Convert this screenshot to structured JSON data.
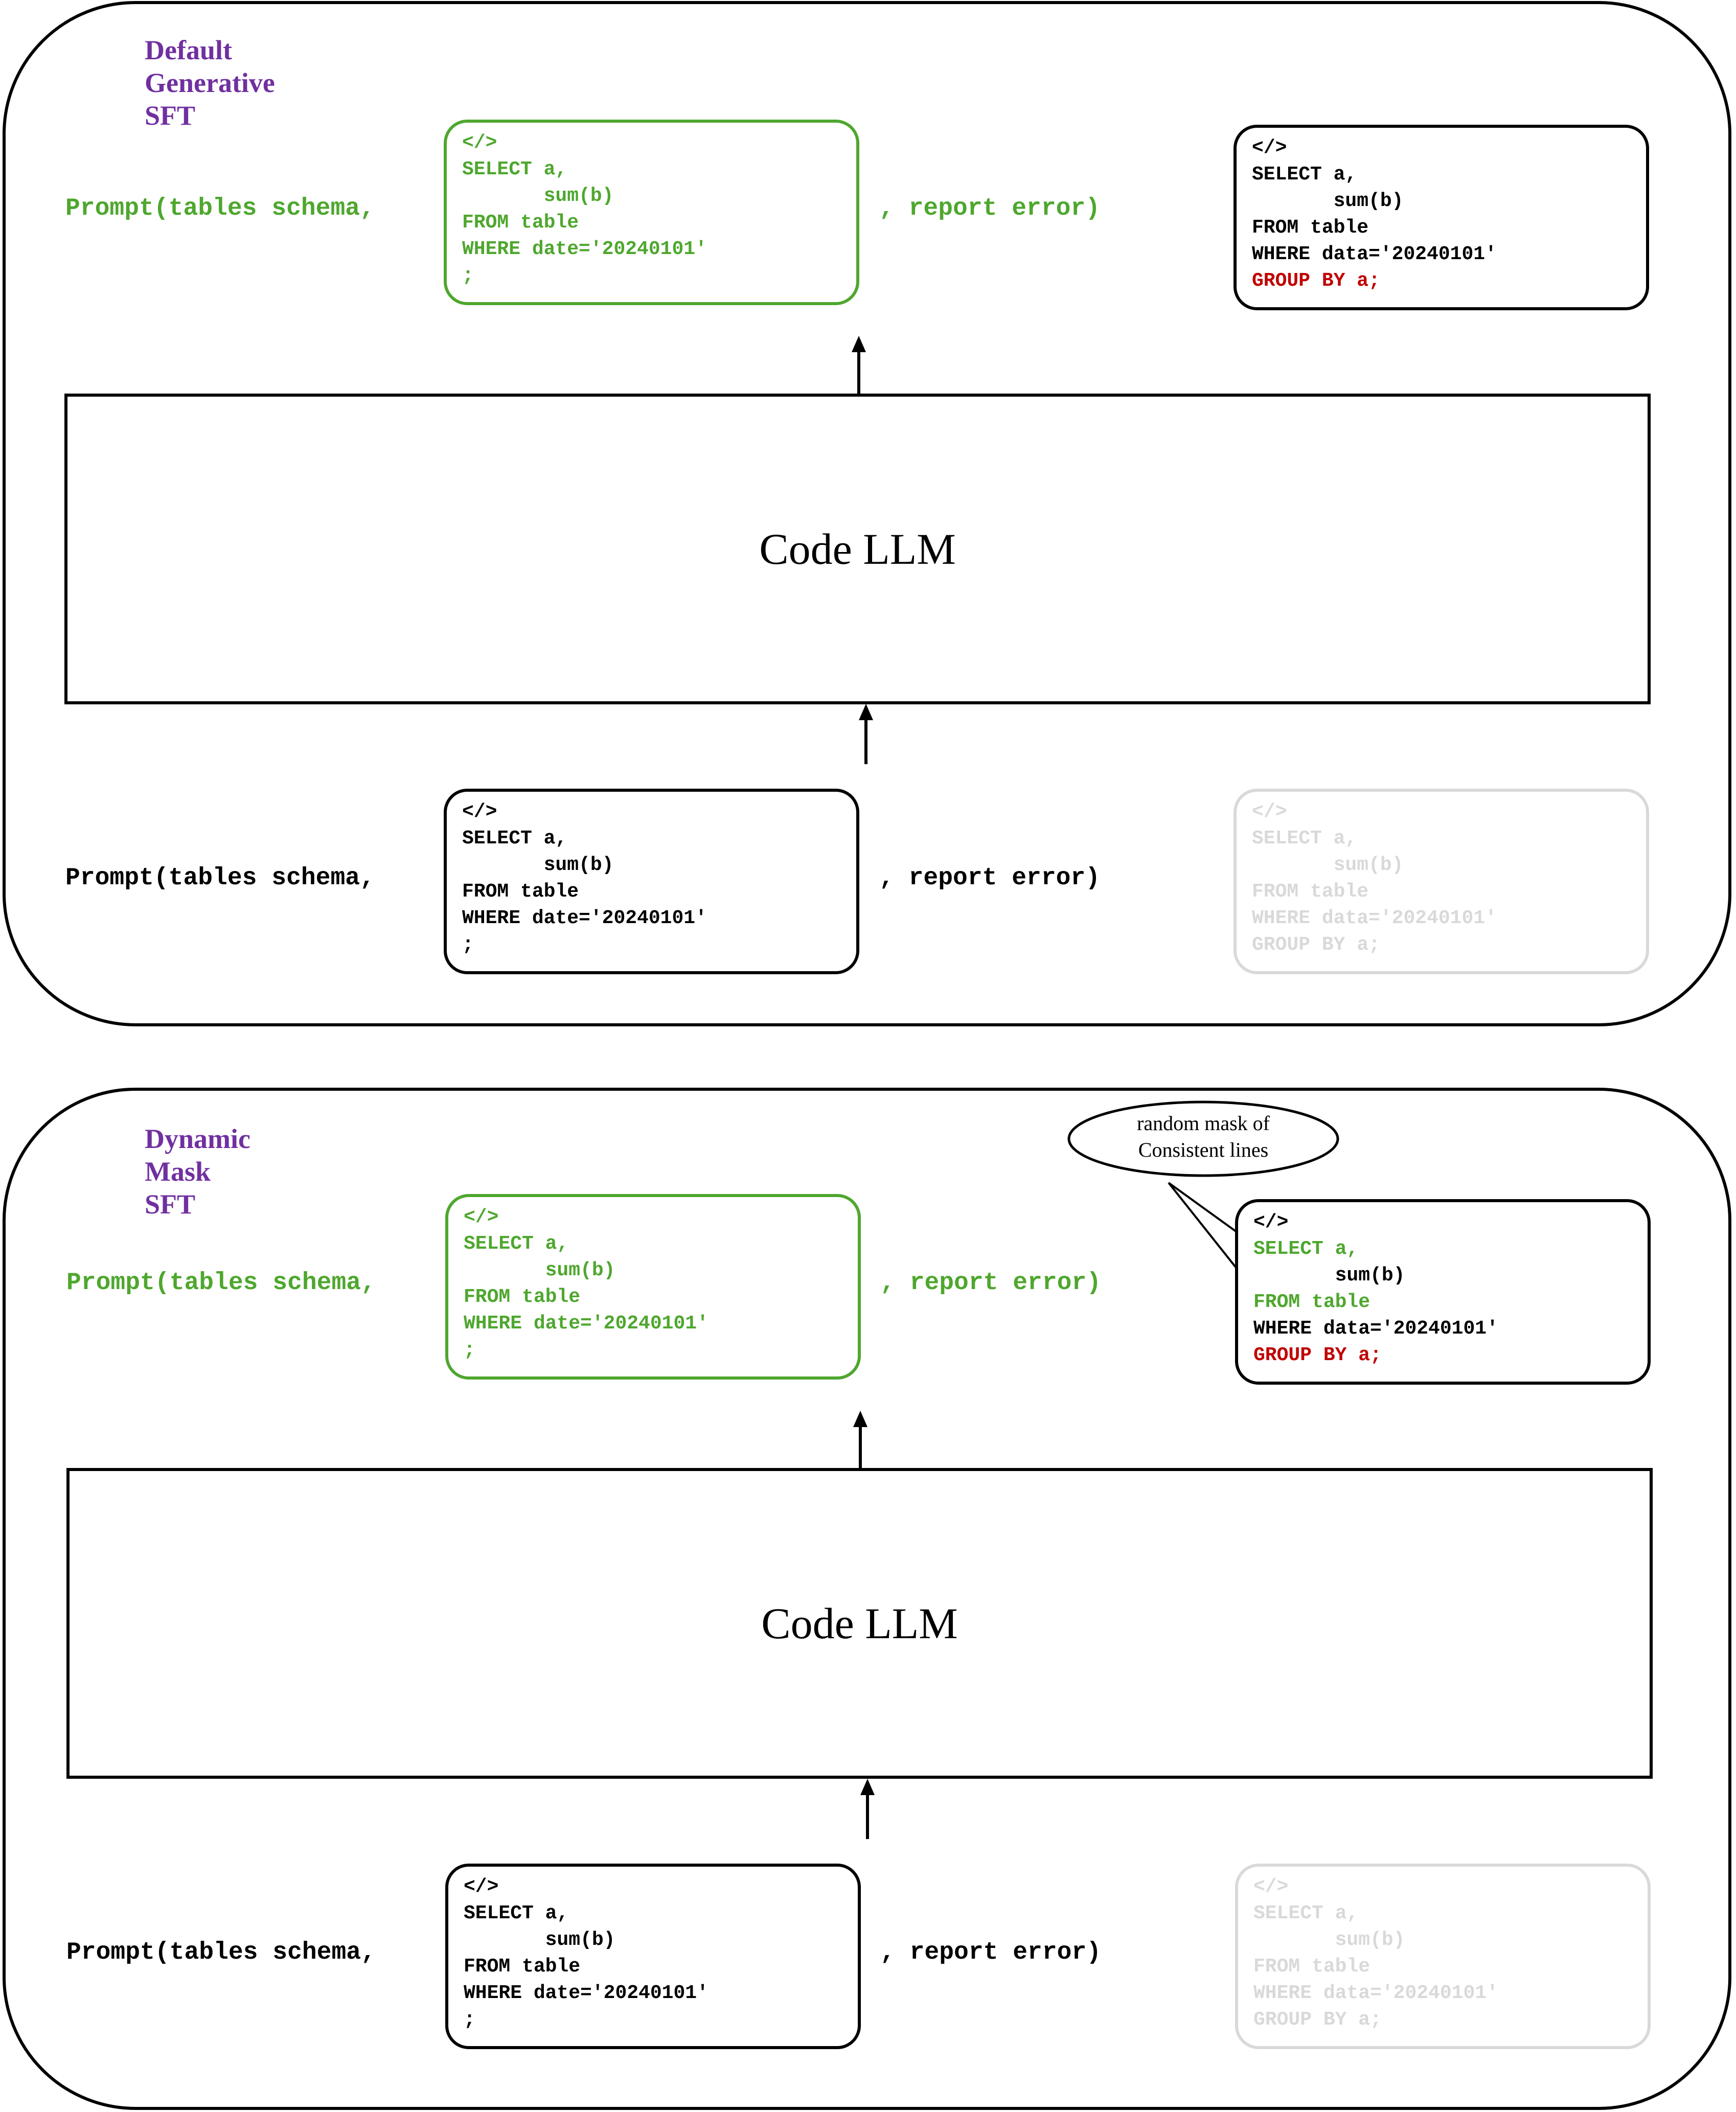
{
  "panels": [
    {
      "title": [
        "Default",
        "Generative",
        "SFT"
      ],
      "model_label": "Code LLM",
      "top": {
        "prompt_prefix": "Prompt(tables schema,",
        "prompt_suffix": ", report error)",
        "middle_code": [
          "</>",
          "SELECT a,",
          "       sum(b)",
          "FROM table",
          "WHERE date='20240101'",
          ";"
        ],
        "right_code": [
          "</>",
          "SELECT a,",
          "       sum(b)",
          "FROM table",
          "WHERE data='20240101'",
          "GROUP BY a;"
        ]
      },
      "bottom": {
        "prompt_prefix": "Prompt(tables schema,",
        "prompt_suffix": ", report error)",
        "middle_code": [
          "</>",
          "SELECT a,",
          "       sum(b)",
          "FROM table",
          "WHERE date='20240101'",
          ";"
        ],
        "right_code": [
          "</>",
          "SELECT a,",
          "       sum(b)",
          "FROM table",
          "WHERE data='20240101'",
          "GROUP BY a;"
        ]
      }
    },
    {
      "title": [
        "Dynamic",
        "Mask",
        "SFT"
      ],
      "model_label": "Code LLM",
      "callout": [
        "random mask of",
        "Consistent lines"
      ],
      "top": {
        "prompt_prefix": "Prompt(tables schema,",
        "prompt_suffix": ", report error)",
        "middle_code": [
          "</>",
          "SELECT a,",
          "       sum(b)",
          "FROM table",
          "WHERE date='20240101'",
          ";"
        ],
        "right_code": [
          "</>",
          "SELECT a,",
          "       sum(b)",
          "FROM table",
          "WHERE data='20240101'",
          "GROUP BY a;"
        ]
      },
      "bottom": {
        "prompt_prefix": "Prompt(tables schema,",
        "prompt_suffix": ", report error)",
        "middle_code": [
          "</>",
          "SELECT a,",
          "       sum(b)",
          "FROM table",
          "WHERE date='20240101'",
          ";"
        ],
        "right_code": [
          "</>",
          "SELECT a,",
          "       sum(b)",
          "FROM table",
          "WHERE data='20240101'",
          "GROUP BY a;"
        ]
      }
    }
  ],
  "colors": {
    "title": "#7030a0",
    "green": "#4ea72e",
    "red": "#c00000",
    "faded": "#d9d9d9",
    "black": "#000000"
  }
}
